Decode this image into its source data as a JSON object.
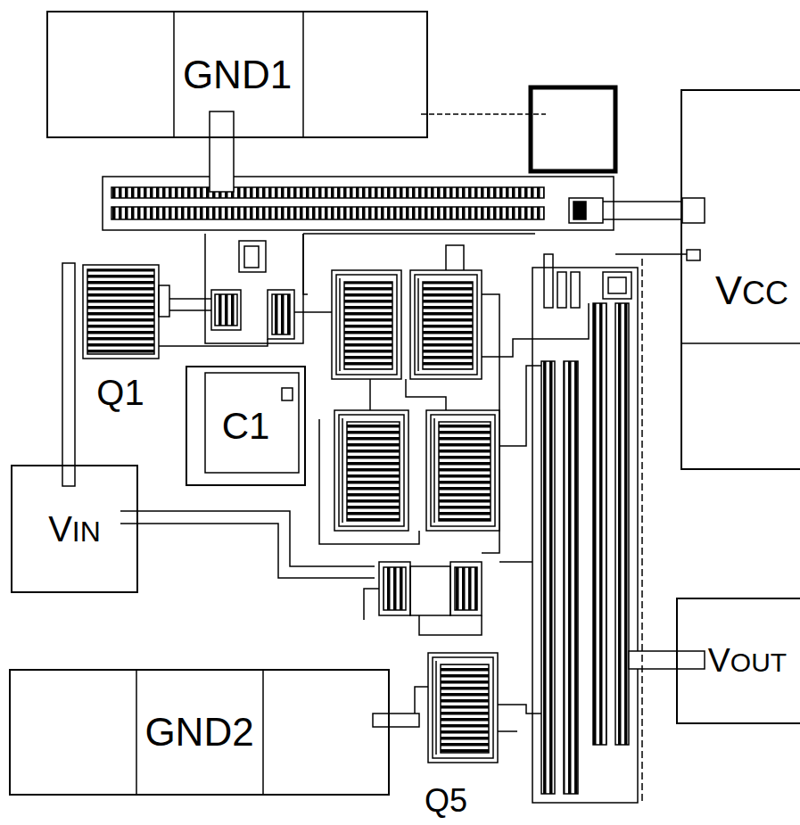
{
  "diagram": {
    "nodes": [
      {
        "text": [
          "GND1"
        ]
      },
      {
        "text": [
          "VCC"
        ]
      },
      {
        "text": [
          "C1"
        ]
      },
      {
        "text": [
          "VIN"
        ]
      },
      {
        "text": [
          "VOUT"
        ]
      },
      {
        "text": [
          "GND2"
        ]
      }
    ],
    "labels": [
      "Q1",
      "Q5"
    ]
  }
}
